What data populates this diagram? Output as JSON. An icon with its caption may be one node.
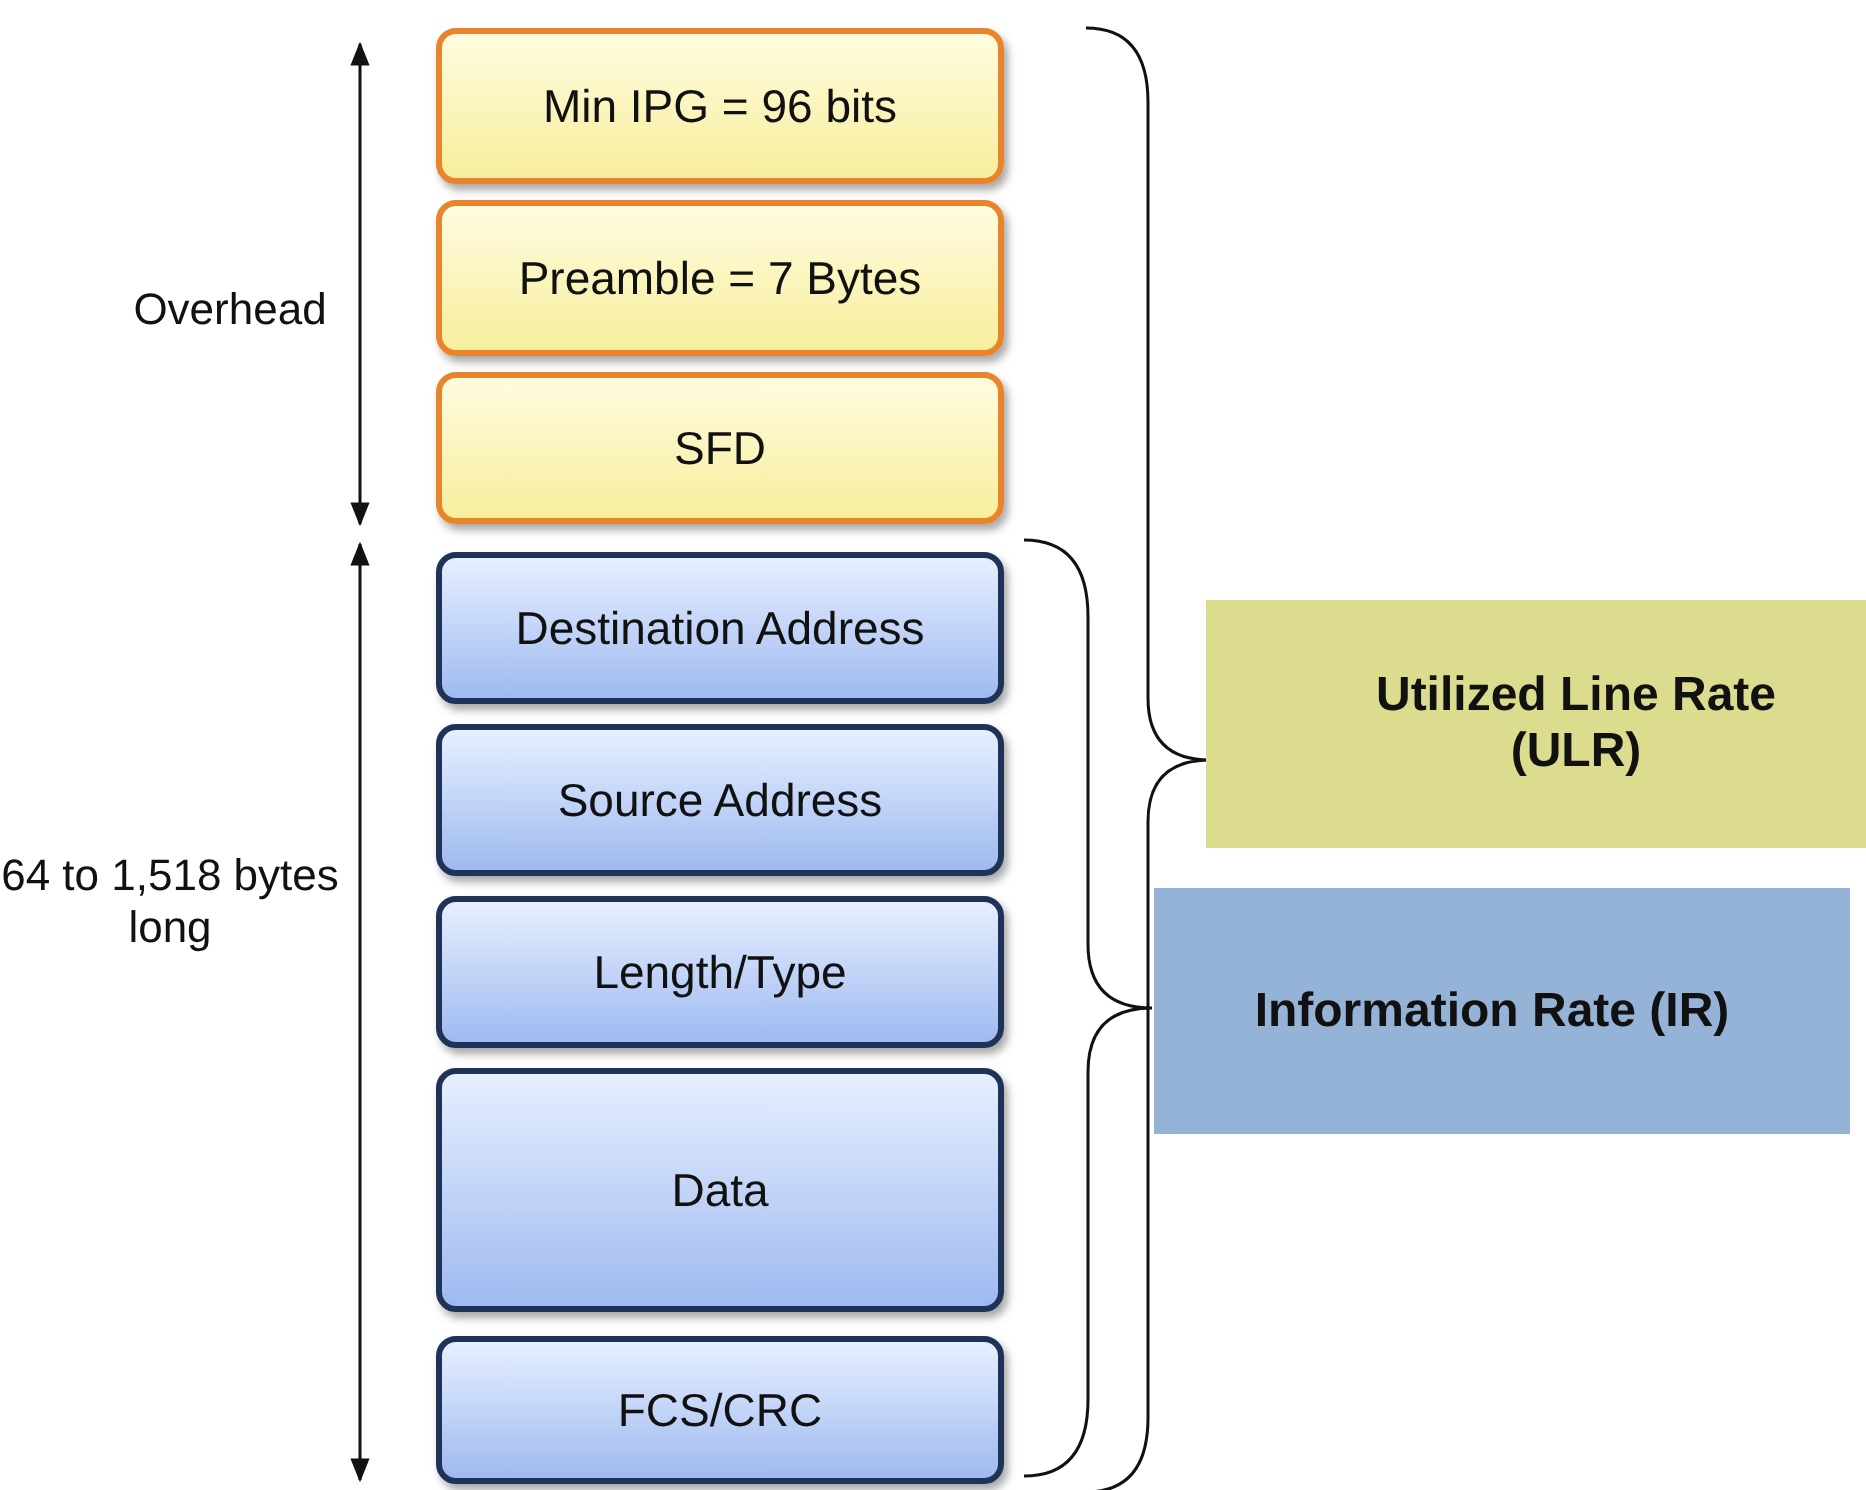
{
  "diagram": {
    "nodes": [
      {
        "text": [
          "Min IPG = 96 bits"
        ]
      },
      {
        "text": [
          "Preamble = 7 Bytes"
        ]
      },
      {
        "text": [
          "SFD"
        ]
      },
      {
        "text": [
          "Destination Address"
        ]
      },
      {
        "text": [
          "Source Address"
        ]
      },
      {
        "text": [
          "Length/Type"
        ]
      },
      {
        "text": [
          "Data"
        ]
      },
      {
        "text": [
          "FCS/CRC"
        ]
      },
      {
        "text": [
          "Utilized Line Rate (ULR)"
        ]
      },
      {
        "text": [
          "Information Rate (IR)"
        ]
      }
    ],
    "labels": [
      "Overhead",
      "64 to 1,518 bytes long"
    ]
  }
}
